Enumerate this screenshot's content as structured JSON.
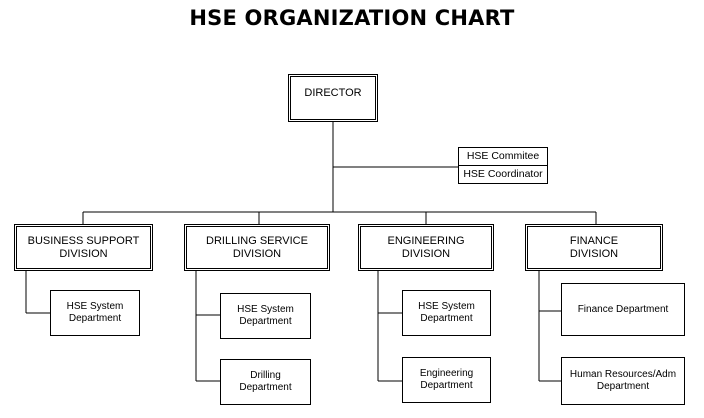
{
  "title": "HSE ORGANIZATION CHART",
  "director": "DIRECTOR",
  "hse_staff": [
    "HSE Commitee",
    "HSE Coordinator"
  ],
  "divisions": [
    {
      "name": "BUSINESS SUPPORT\nDIVISION",
      "departments": [
        "HSE System\nDepartment"
      ]
    },
    {
      "name": "DRILLING SERVICE\nDIVISION",
      "departments": [
        "HSE System\nDepartment",
        "Drilling\nDepartment"
      ]
    },
    {
      "name": "ENGINEERING\nDIVISION",
      "departments": [
        "HSE System\nDepartment",
        "Engineering\nDepartment"
      ]
    },
    {
      "name": "FINANCE\nDIVISION",
      "departments": [
        "Finance Department",
        "Human Resources/Adm\nDepartment"
      ]
    }
  ]
}
